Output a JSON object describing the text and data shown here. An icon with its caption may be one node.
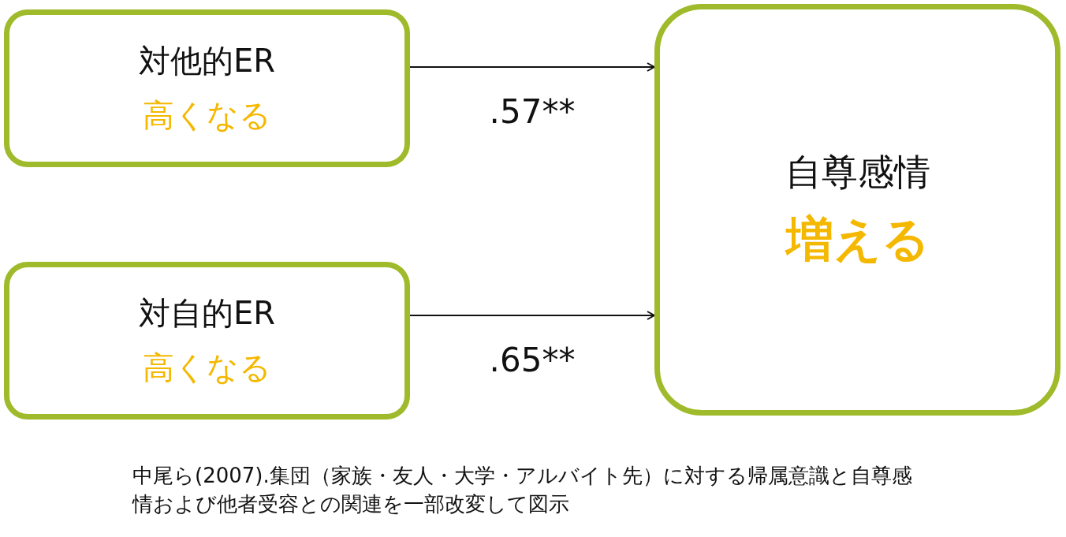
{
  "diagram": {
    "caption": "中尾ら(2007).集団（家族・友人・大学・アルバイト先）に対する帰属意識と自尊感情および他者受容との関連を一部改変して図示",
    "nodes": [
      {
        "text": [
          "対他的ER",
          "高くなる"
        ]
      },
      {
        "text": [
          "対自的ER",
          "高くなる"
        ]
      },
      {
        "text": [
          "自尊感情",
          "増える"
        ]
      }
    ],
    "edges": [
      {
        "from": 0,
        "to": 2,
        "arrow": "to",
        "label": ".57**"
      },
      {
        "from": 1,
        "to": 2,
        "arrow": "to",
        "label": ".65**"
      }
    ]
  }
}
